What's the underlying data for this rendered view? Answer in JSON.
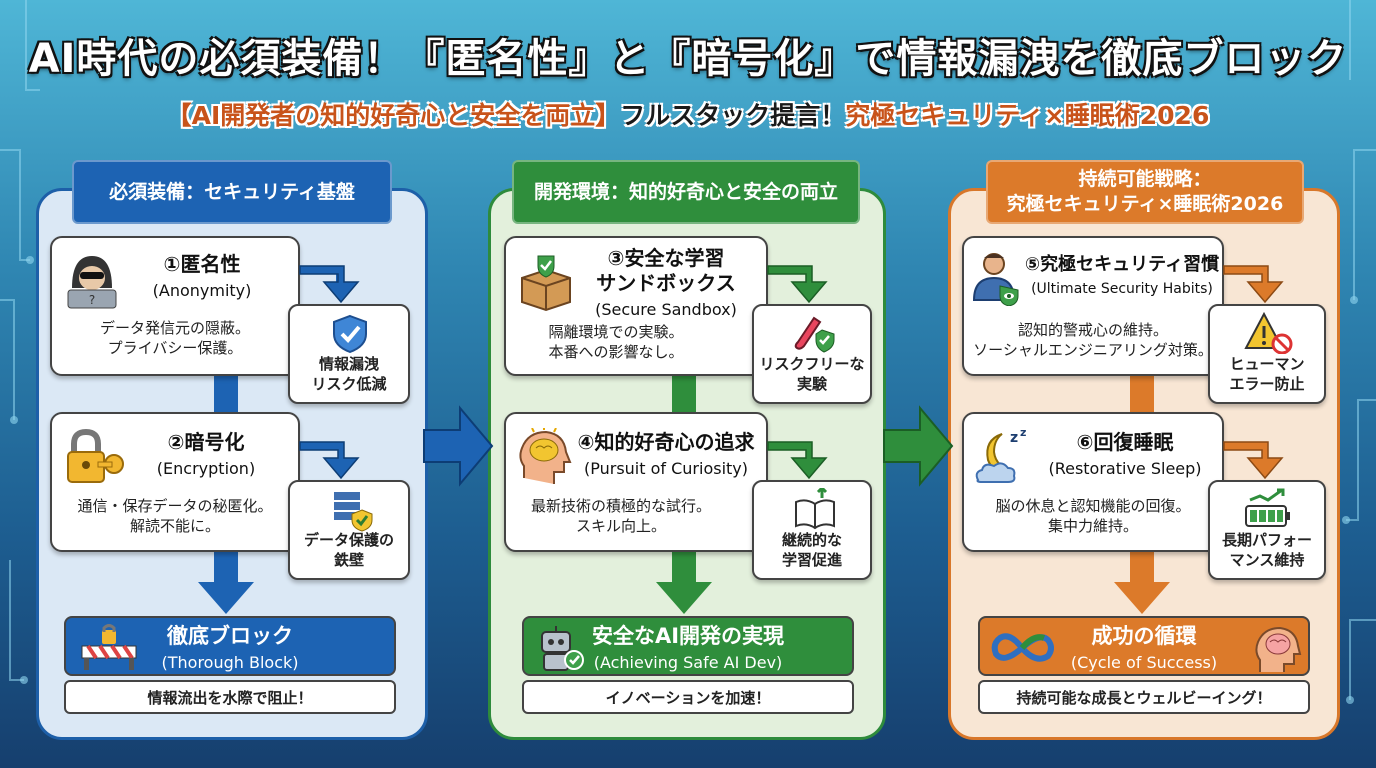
{
  "title": "AI時代の必須装備！『匿名性』と『暗号化』で情報漏洩を徹底ブロック",
  "subtitle": {
    "part1": "【AI開発者の知的好奇心と安全を両立】",
    "part2": "フルスタック提言！",
    "part3": "究極セキュリティ×睡眠術2026"
  },
  "colors": {
    "blue": "#1d63b3",
    "green": "#2f8e3c",
    "orange": "#dc7a2a",
    "title_text": "#ffffff"
  },
  "col1": {
    "header": "必須装備：セキュリティ基盤",
    "card1": {
      "title": "①匿名性",
      "en": "(Anonymity)",
      "desc1": "データ発信元の隠蔽。",
      "desc2": "プライバシー保護。",
      "icon": "hacker-icon",
      "side_line1": "情報漏洩",
      "side_line2": "リスク低減",
      "side_icon": "shield-check-icon"
    },
    "card2": {
      "title": "②暗号化",
      "en": "(Encryption)",
      "desc1": "通信・保存データの秘匿化。",
      "desc2": "解読不能に。",
      "icon": "lock-key-icon",
      "side_line1": "データ保護の",
      "side_line2": "鉄壁",
      "side_icon": "server-shield-icon"
    },
    "result": {
      "title": "徹底ブロック",
      "en": "(Thorough Block)",
      "footer": "情報流出を水際で阻止！",
      "icon": "barrier-lock-icon"
    }
  },
  "col2": {
    "header": "開発環境：知的好奇心と安全の両立",
    "card1": {
      "title_line1": "③安全な学習",
      "title_line2": "サンドボックス",
      "en": "(Secure Sandbox)",
      "desc1": "隔離環境での実験。",
      "desc2": "本番への影響なし。",
      "icon": "sandbox-box-icon",
      "side_line1": "リスクフリーな",
      "side_line2": "実験",
      "side_icon": "test-tube-icon"
    },
    "card2": {
      "title": "④知的好奇心の追求",
      "en": "(Pursuit of Curiosity)",
      "desc1": "最新技術の積極的な試行。",
      "desc2": "スキル向上。",
      "icon": "brain-head-icon",
      "side_line1": "継続的な",
      "side_line2": "学習促進",
      "side_icon": "book-growth-icon"
    },
    "result": {
      "title": "安全なAI開発の実現",
      "en": "(Achieving Safe AI Dev)",
      "footer": "イノベーションを加速！",
      "icon": "robot-icon"
    }
  },
  "col3": {
    "header_line1": "持続可能戦略：",
    "header_line2": "究極セキュリティ×睡眠術2026",
    "card1": {
      "title": "⑤究極セキュリティ習慣",
      "en": "(Ultimate Security Habits)",
      "desc1": "認知的警戒心の維持。",
      "desc2": "ソーシャルエンジニアリング対策。",
      "icon": "user-eye-icon",
      "side_line1": "ヒューマン",
      "side_line2": "エラー防止",
      "side_icon": "warning-no-icon"
    },
    "card2": {
      "title": "⑥回復睡眠",
      "en": "(Restorative Sleep)",
      "desc1": "脳の休息と認知機能の回復。",
      "desc2": "集中力維持。",
      "icon": "moon-cloud-icon",
      "sleep_text": "z",
      "side_line1": "長期パフォー",
      "side_line2": "マンス維持",
      "side_icon": "battery-chart-icon"
    },
    "result": {
      "title": "成功の循環",
      "en": "(Cycle of Success)",
      "footer": "持続可能な成長とウェルビーイング！",
      "icon": "infinity-icon",
      "icon2": "brain-head-icon"
    }
  }
}
